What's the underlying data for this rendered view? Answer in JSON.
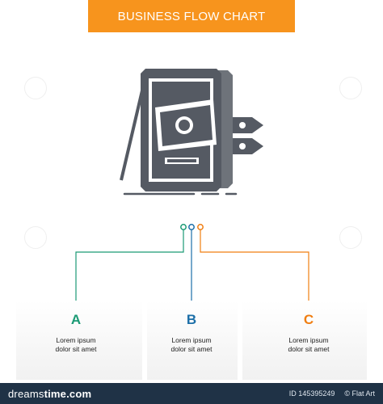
{
  "title": "BUSINESS FLOW CHART",
  "colors": {
    "banner": "#f7941d",
    "icon": "#555a63",
    "green": "#1b9a74",
    "blue": "#1c6fa8",
    "orange": "#f07e12",
    "footer": "#1f3246"
  },
  "hero_icon": "framed-certificate-with-tag-icon",
  "steps": [
    {
      "letter": "A",
      "line1": "Lorem ipsum",
      "line2": "dolor sit amet",
      "color": "#1b9a74"
    },
    {
      "letter": "B",
      "line1": "Lorem ipsum",
      "line2": "dolor sit amet",
      "color": "#1c6fa8"
    },
    {
      "letter": "C",
      "line1": "Lorem ipsum",
      "line2": "dolor sit amet",
      "color": "#f07e12"
    }
  ],
  "footer": {
    "logo_left": "dreams",
    "logo_right": "time.com",
    "id_text": "ID 145395249",
    "credit": "© Flat Art"
  }
}
